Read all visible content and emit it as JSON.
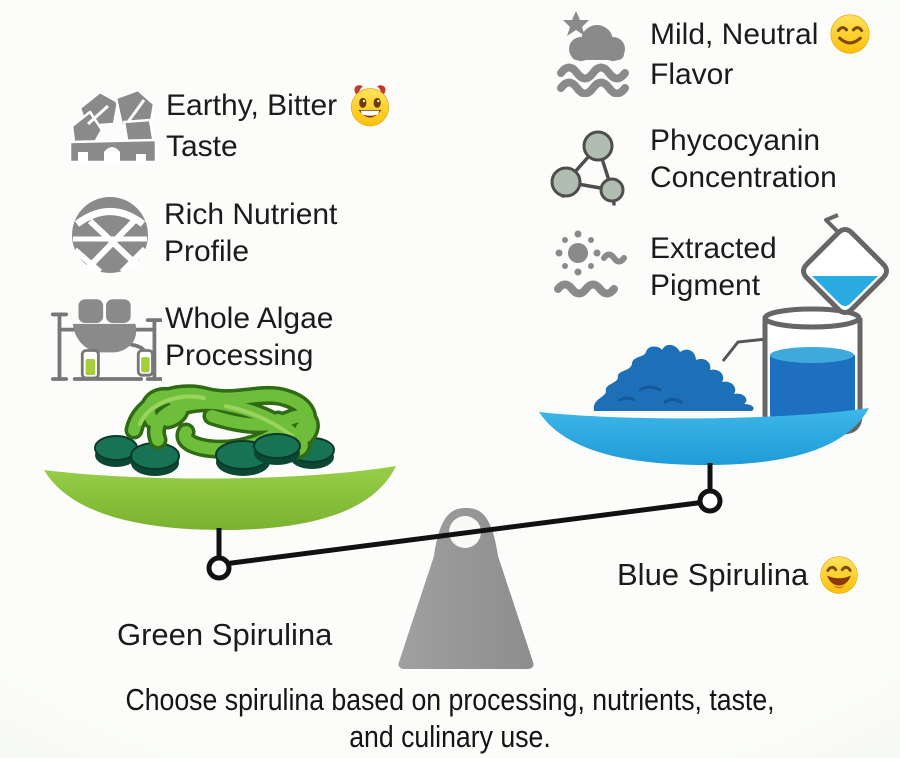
{
  "left_column": {
    "items": [
      {
        "icon": "rock-pile-icon",
        "line1": "Earthy, Bitter",
        "line2": "Taste",
        "emoji": "grinning-face-with-horns-emoji"
      },
      {
        "icon": "nutrient-sphere-icon",
        "line1": "Rich Nutrient",
        "line2": "Profile"
      },
      {
        "icon": "algae-processing-machine-icon",
        "line1": "Whole Algae",
        "line2": "Processing"
      }
    ],
    "pan_label": "Green Spirulina",
    "pan_color": "#8cc63e"
  },
  "right_column": {
    "items": [
      {
        "icon": "cloud-star-waves-icon",
        "line1": "Mild, Neutral",
        "line2": "Flavor",
        "emoji": "smiling-face-with-smiling-eyes-emoji"
      },
      {
        "icon": "molecule-icon",
        "line1": "Phycocyanin",
        "line2": "Concentration"
      },
      {
        "icon": "sun-waves-icon",
        "line1": "Extracted",
        "line2": "Pigment"
      }
    ],
    "pan_label": "Blue Spirulina",
    "pan_emoji": "grinning-face-with-smiling-eyes-emoji",
    "pan_color": "#29abe2"
  },
  "colors": {
    "icon_gray": "#8a8a8a",
    "fulcrum_gray": "#969696",
    "blue_powder": "#1d6fb8",
    "blue_liquid": "#1d6fc0",
    "green_noodles": "#6fbe3b",
    "dark_tablet_green": "#187355"
  },
  "caption": {
    "line1": "Choose spirulina based on processing, nutrients, taste,",
    "line2": "and culinary use."
  }
}
